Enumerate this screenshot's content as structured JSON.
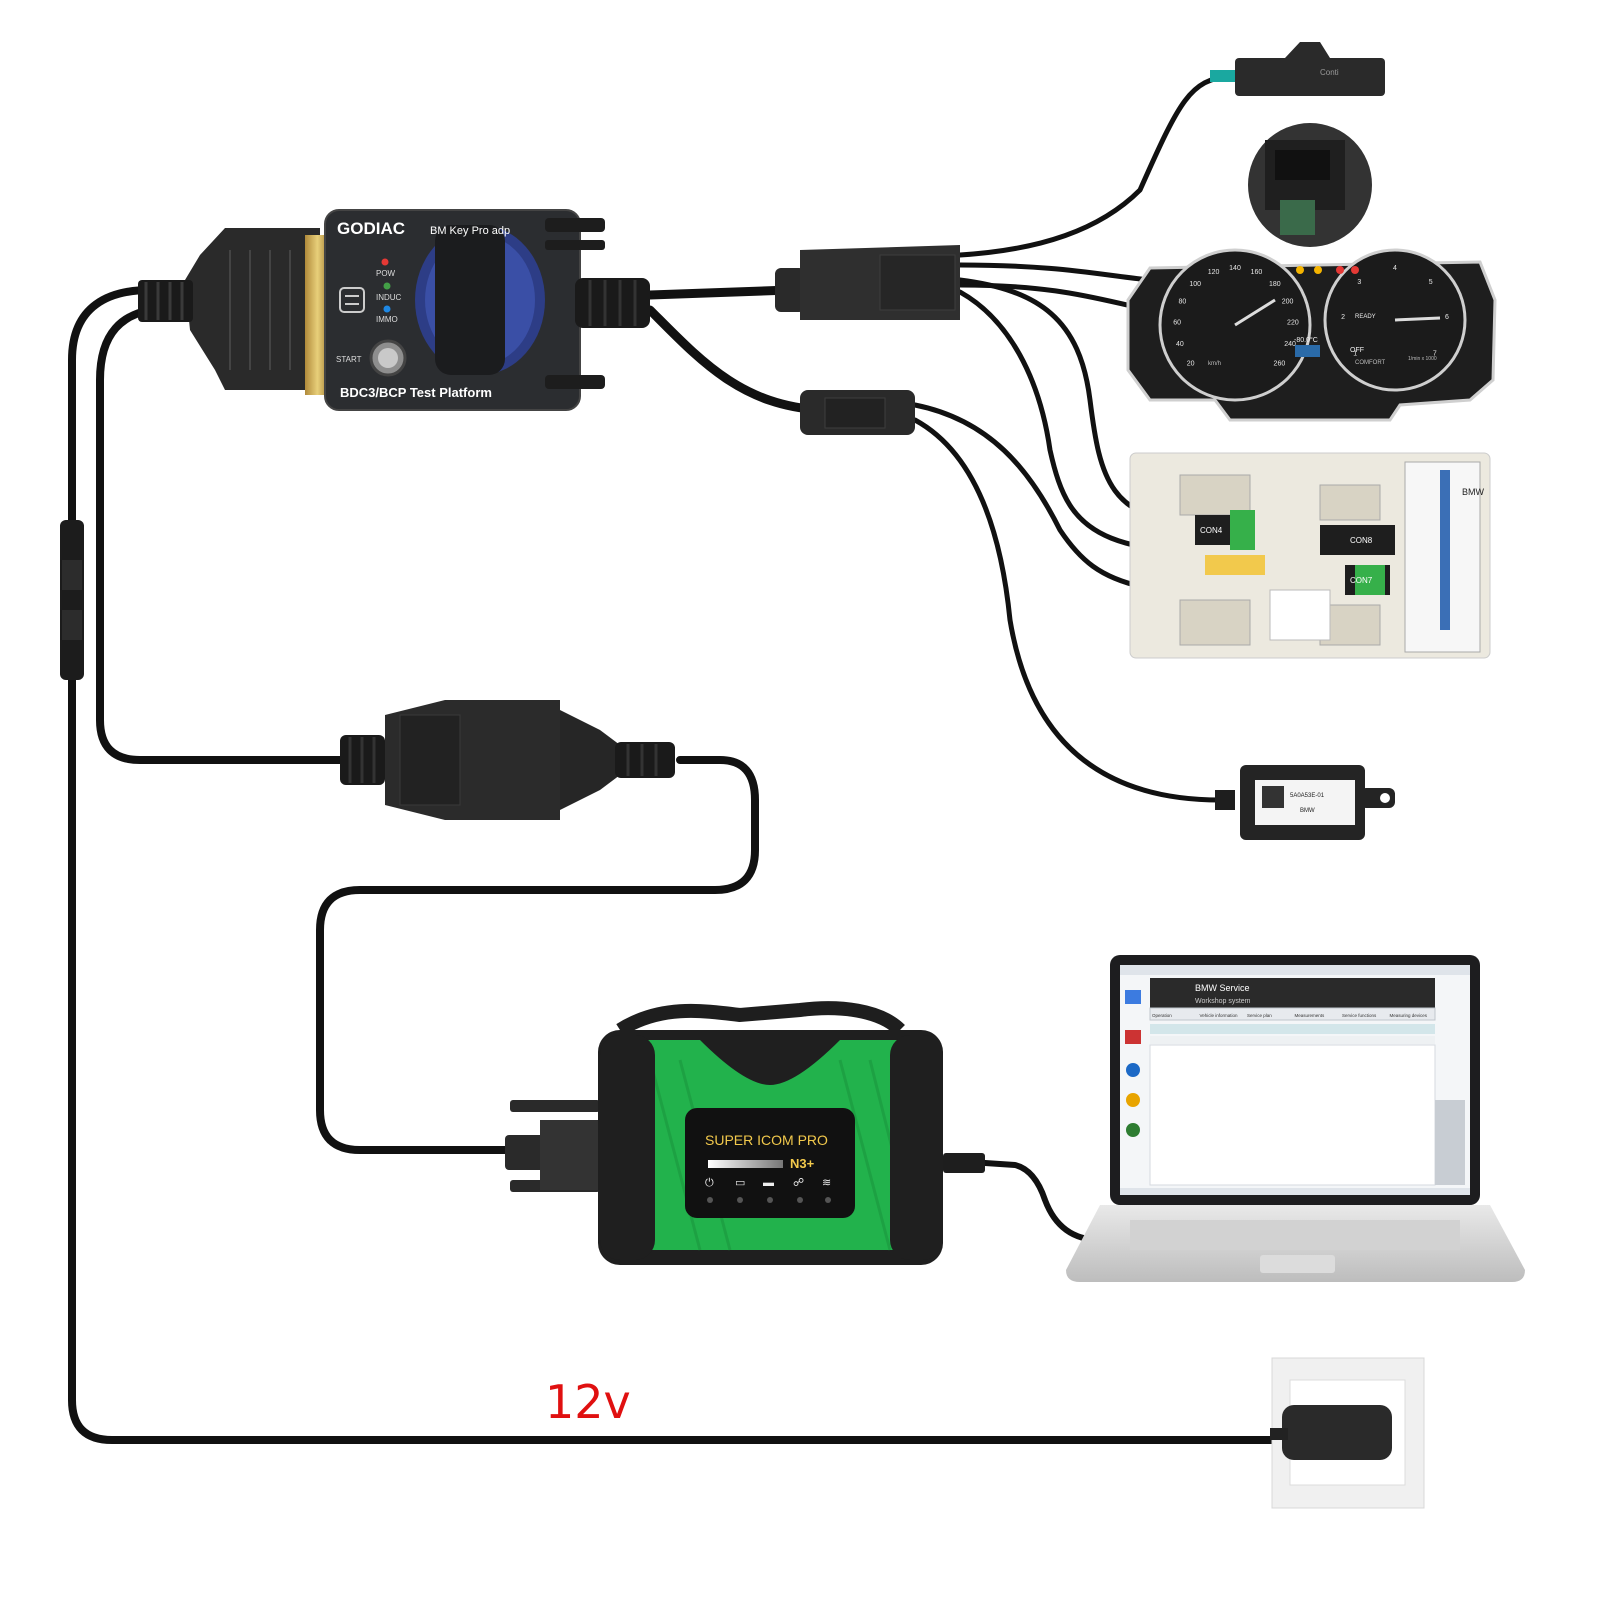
{
  "adapter": {
    "brand": "GODIAC",
    "model": "BM Key Pro adp",
    "platform": "BDC3/BCP Test Platform",
    "leds": [
      {
        "label": "POW",
        "color": "#e53935"
      },
      {
        "label": "INDUC",
        "color": "#43a047"
      },
      {
        "label": "IMMO",
        "color": "#1e88e5"
      }
    ],
    "start_label": "START"
  },
  "cluster": {
    "speed_ticks": [
      "20",
      "40",
      "60",
      "80",
      "100",
      "120",
      "140",
      "160",
      "180",
      "200",
      "220",
      "240",
      "260"
    ],
    "speed_unit": "km/h",
    "rpm_ticks": [
      "1",
      "2",
      "3",
      "4",
      "5",
      "6",
      "7"
    ],
    "rpm_unit": "1/min x 1000",
    "ready_label": "READY",
    "temp": "-80.0°C",
    "off_label": "OFF",
    "comfort_label": "COMFORT"
  },
  "bdc": {
    "connectors": [
      "CON4",
      "CON8",
      "CON7"
    ],
    "label_text": "BMW"
  },
  "module": {
    "label": "BMW",
    "part": "5A0A53E-01"
  },
  "interface": {
    "brand": "SUPER ICOM PRO",
    "model": "N3+"
  },
  "laptop": {
    "app_title": "BMW Service",
    "app_subtitle": "Workshop system",
    "tabs": [
      "Operation",
      "Vehicle information",
      "Service plan",
      "Measurements",
      "Service functions",
      "Measuring devices"
    ]
  },
  "power": {
    "voltage": "12v"
  },
  "colors": {
    "cable": "#111111",
    "interface_green": "#22b24c",
    "voltage_text": "#e01010"
  }
}
